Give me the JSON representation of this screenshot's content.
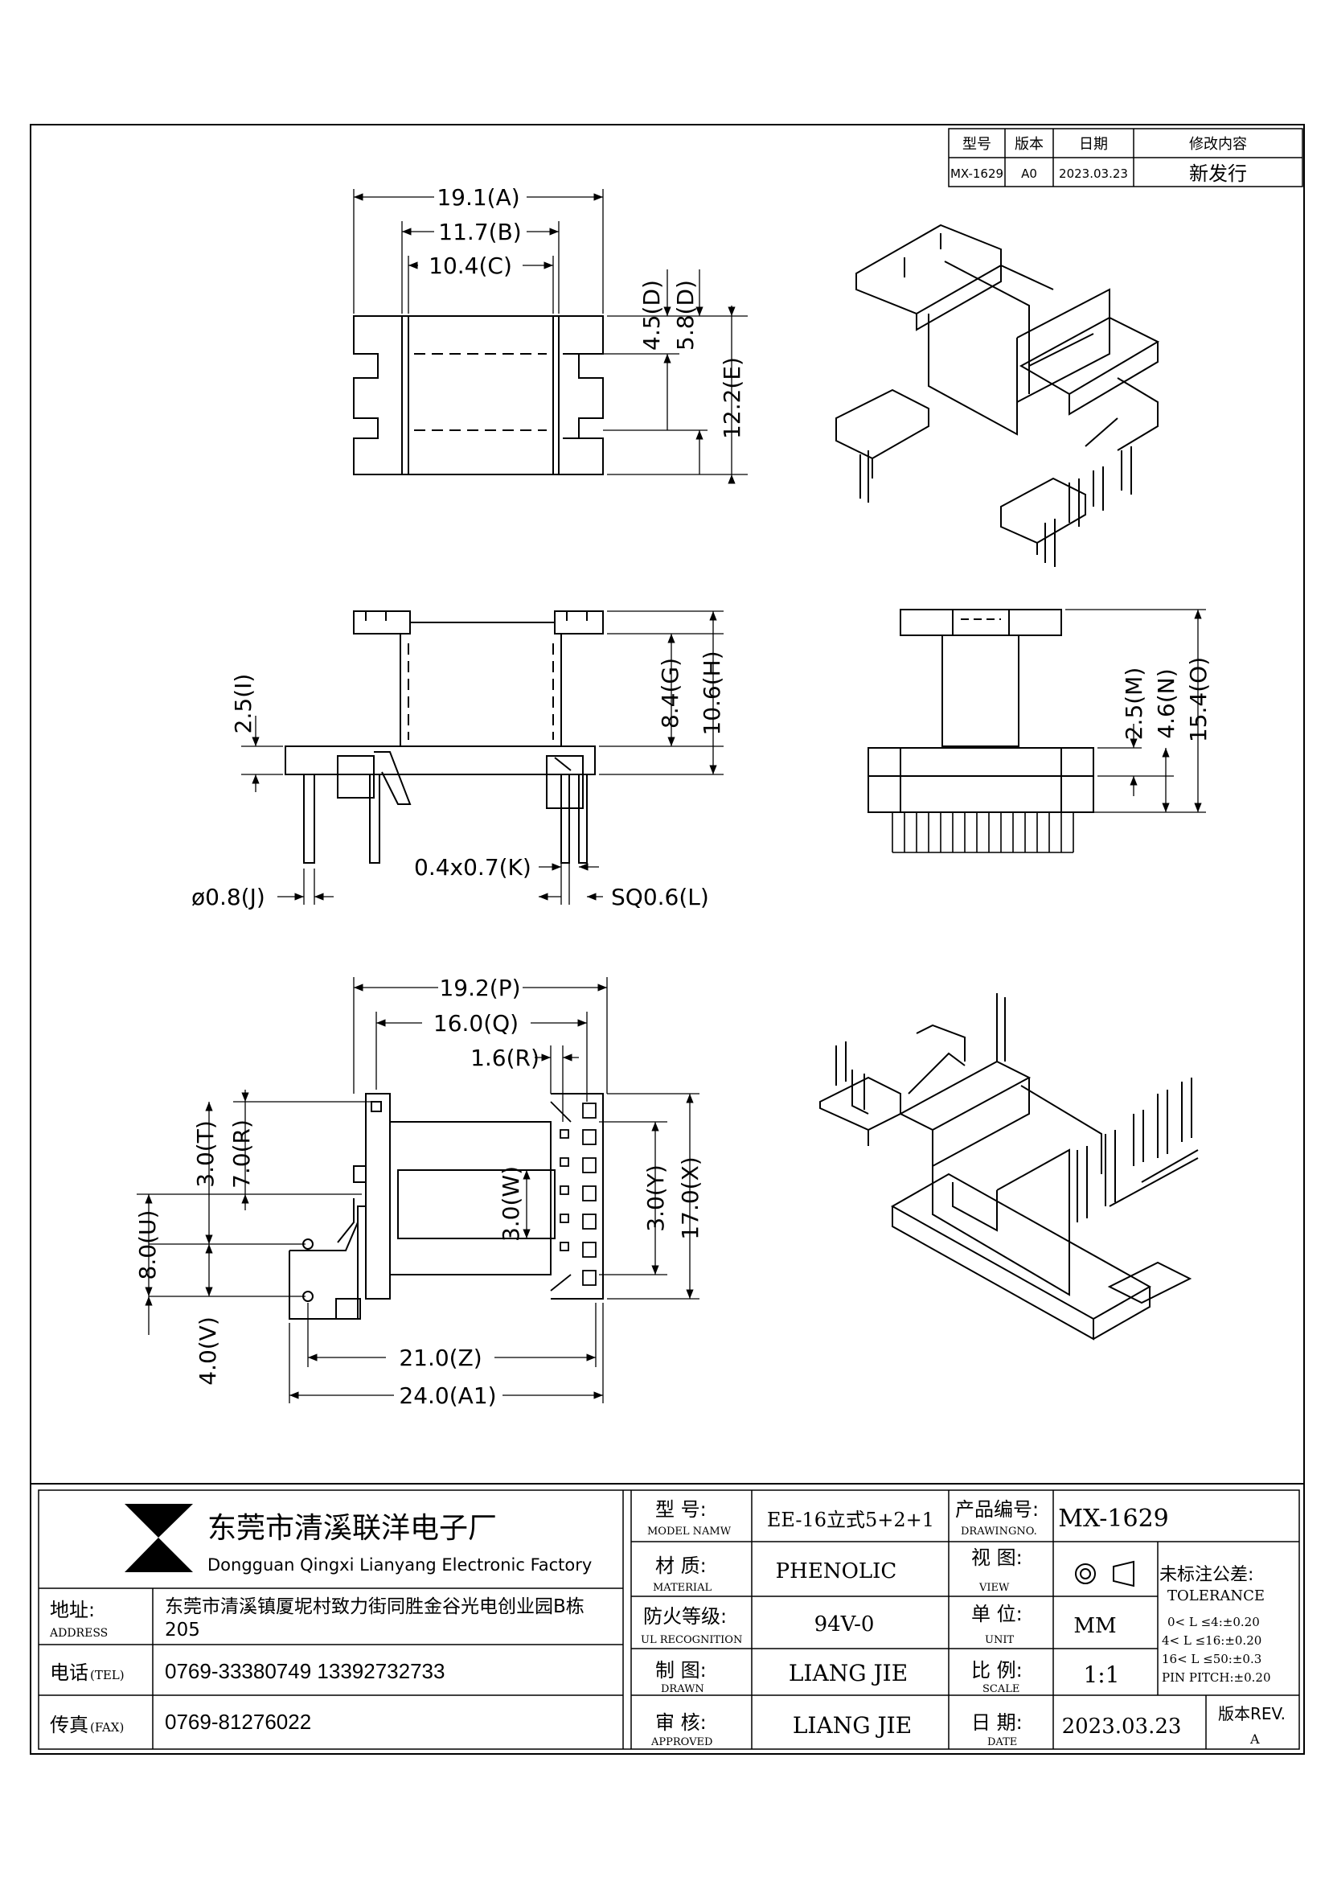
{
  "revision_table": {
    "headers": [
      "型号",
      "版本",
      "日期",
      "修改内容"
    ],
    "row": [
      "MX-1629",
      "A0",
      "2023.03.23",
      "新发行"
    ]
  },
  "dimensions": {
    "a": "19.1(A)",
    "b": "11.7(B)",
    "c": "10.4(C)",
    "d1": "4.5(D)",
    "d2": "5.8(D)",
    "e": "12.2(E)",
    "i": "2.5(I)",
    "g": "8.4(G)",
    "h": "10.6(H)",
    "j": "ø0.8(J)",
    "k": "0.4x0.7(K)",
    "l": "SQ0.6(L)",
    "m": "2.5(M)",
    "n": "4.6(N)",
    "o": "15.4(O)",
    "p": "19.2(P)",
    "q": "16.0(Q)",
    "r": "1.6(R)",
    "t": "3.0(T)",
    "r2": "7.0(R)",
    "w": "3.0(W)",
    "y": "3.0(Y)",
    "x": "17.0(X)",
    "u": "8.0(U)",
    "v": "4.0(V)",
    "z": "21.0(Z)",
    "a1": "24.0(A1)"
  },
  "title_block": {
    "company_cn": "东莞市清溪联洋电子厂",
    "company_en": "Dongguan Qingxi Lianyang Electronic Factory",
    "address_label": "地址:",
    "address_label_en": "ADDRESS",
    "address": "东莞市清溪镇厦坭村致力街同胜金谷光电创业园B栋",
    "address2": "205",
    "tel_label": "电话",
    "tel_label_en": "(TEL)",
    "tel": "0769-33380749   13392732733",
    "fax_label": "传真",
    "fax_label_en": "(FAX)",
    "fax": "0769-81276022",
    "model_label": "型  号:",
    "model_label_en": "MODEL NAMW",
    "model": "EE-16立式5+2+1",
    "drawing_no_label": "产品编号:",
    "drawing_no_label_en": "DRAWINGNO.",
    "drawing_no": "MX-1629",
    "material_label": "材  质:",
    "material_label_en": "MATERIAL",
    "material": "PHENOLIC",
    "view_label": "视  图:",
    "view_label_en": "VIEW",
    "tolerance_label": "未标注公差:",
    "tolerance_label_en": "TOLERANCE",
    "tolerance_lines": [
      "0< L ≤4:±0.20",
      "4< L ≤16:±0.20",
      "16< L ≤50:±0.3",
      "PIN PITCH:±0.20"
    ],
    "ul_label": "防火等级:",
    "ul_label_en": "UL RECOGNITION",
    "ul": "94V-0",
    "unit_label": "单  位:",
    "unit_label_en": "UNIT",
    "unit": "MM",
    "drawn_label": "制  图:",
    "drawn_label_en": "DRAWN",
    "drawn": "LIANG JIE",
    "scale_label": "比  例:",
    "scale_label_en": "SCALE",
    "scale": "1:1",
    "approved_label": "审  核:",
    "approved_label_en": "APPROVED",
    "approved": "LIANG JIE",
    "date_label": "日  期:",
    "date_label_en": "DATE",
    "date": "2023.03.23",
    "rev_label": "版本REV.",
    "rev": "A"
  }
}
